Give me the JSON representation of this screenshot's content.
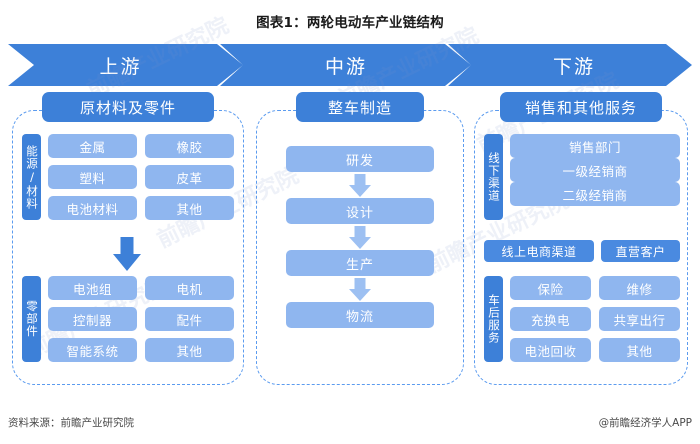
{
  "title": "图表1：两轮电动车产业链结构",
  "banner": {
    "upstream": "上游",
    "midstream": "中游",
    "downstream": "下游"
  },
  "columns": {
    "upstream": {
      "head": "原材料及零件",
      "groups": [
        {
          "label": "能源/材料",
          "items": [
            "金属",
            "橡胶",
            "塑料",
            "皮革",
            "电池材料",
            "其他"
          ]
        },
        {
          "label": "零部件",
          "items": [
            "电池组",
            "电机",
            "控制器",
            "配件",
            "智能系统",
            "其他"
          ]
        }
      ]
    },
    "midstream": {
      "head": "整车制造",
      "flow": [
        "研发",
        "设计",
        "生产",
        "物流"
      ]
    },
    "downstream": {
      "head": "销售和其他服务",
      "offline": {
        "label": "线下渠道",
        "items": [
          "销售部门",
          "一级经销商",
          "二级经销商"
        ]
      },
      "channels": [
        "线上电商渠道",
        "直营客户"
      ],
      "after_sales": {
        "label": "车后服务",
        "items": [
          "保险",
          "维修",
          "充换电",
          "共享出行",
          "电池回收",
          "其他"
        ]
      }
    }
  },
  "footer": {
    "source": "资料来源：前瞻产业研究院",
    "credit": "@前瞻经济学人APP"
  },
  "watermark": "前瞻产业研究院",
  "colors": {
    "primary": "#3d80d8",
    "light": "#8fb6ef",
    "medium": "#4a8ae0",
    "dashed": "#5b9bef"
  }
}
